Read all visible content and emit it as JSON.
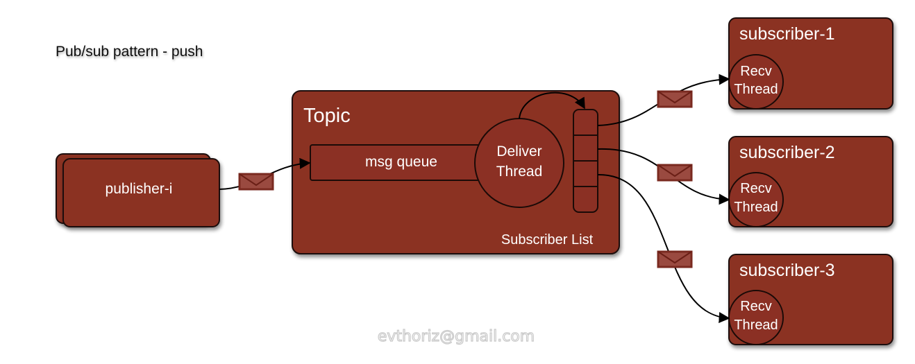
{
  "title": "Pub/sub pattern - push",
  "publisher": {
    "label": "publisher-i"
  },
  "topic": {
    "label": "Topic",
    "queue_label": "msg queue",
    "deliver_thread": [
      "Deliver",
      "Thread"
    ],
    "subscriber_list_label": "Subscriber List"
  },
  "subscribers": [
    {
      "label": "subscriber-1",
      "thread": [
        "Recv",
        "Thread"
      ]
    },
    {
      "label": "subscriber-2",
      "thread": [
        "Recv",
        "Thread"
      ]
    },
    {
      "label": "subscriber-3",
      "thread": [
        "Recv",
        "Thread"
      ]
    }
  ],
  "watermark": "evthoriz@gmail.com",
  "colors": {
    "box_fill": "#8b3024",
    "outline": "#1a0a07",
    "text": "#ffffff",
    "envelope": "#9a4a40"
  },
  "icons": {
    "message": "envelope-icon"
  }
}
